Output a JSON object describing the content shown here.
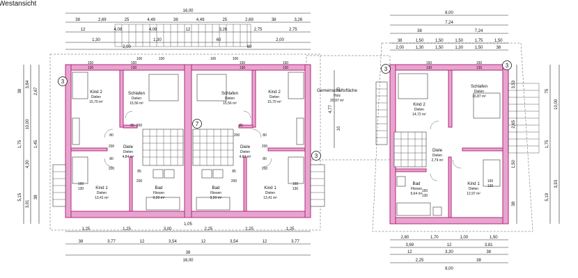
{
  "header": {
    "title": "Westansicht"
  },
  "colors": {
    "wall_fill": "#e8a4cf",
    "wall_stroke": "#b0287a"
  },
  "markers": [
    "3",
    "7",
    "3",
    "3",
    "3"
  ],
  "rooms": [
    {
      "name": "Kind 2",
      "floor": "Dielen",
      "area": "15,70 m²"
    },
    {
      "name": "Schlafen",
      "floor": "Dielen",
      "area": "15,56 m²"
    },
    {
      "name": "Schlafen",
      "floor": "Dielen",
      "area": "15,56 m²"
    },
    {
      "name": "Kind 2",
      "floor": "Dielen",
      "area": "15,70 m²"
    },
    {
      "name": "Diele",
      "floor": "Dielen",
      "area": "4,84 m²"
    },
    {
      "name": "Diele",
      "floor": "Dielen",
      "area": "4,84 m²"
    },
    {
      "name": "Kind 1",
      "floor": "Dielen",
      "area": "13,41 m²"
    },
    {
      "name": "Bad",
      "floor": "Fliesen",
      "area": "9,20 m²"
    },
    {
      "name": "Bad",
      "floor": "Fliesen",
      "area": "9,20 m²"
    },
    {
      "name": "Kind 1",
      "floor": "Dielen",
      "area": "13,41 m²"
    },
    {
      "name": "Gemeinschaftsfläche",
      "floor": "Holz",
      "area": "20,97 m²"
    },
    {
      "name": "Kind 2",
      "floor": "Dielen",
      "area": "14,72 m²"
    },
    {
      "name": "Schlafen",
      "floor": "Dielen",
      "area": "16,87 m²"
    },
    {
      "name": "Diele",
      "floor": "Dielen",
      "area": "2,79 m²"
    },
    {
      "name": "Bad",
      "floor": "Fliesen",
      "area": "9,64 m²"
    },
    {
      "name": "Kind 1",
      "floor": "Dielen",
      "area": "12,97 m²"
    }
  ],
  "dims_left": {
    "top": [
      "16,00",
      "38",
      "2,69",
      "25",
      "4,49",
      "38",
      "4,49",
      "25",
      "2,69",
      "38",
      "3,26",
      "12",
      "4,08",
      "4,08",
      "12",
      "3,26",
      "2,75",
      "2,75",
      "1,30",
      "1,30",
      "60",
      "2,00",
      "2,00",
      "60"
    ],
    "bottom": [
      "1,25",
      "1,25",
      "3,00",
      "2,25",
      "2,25",
      "1,25",
      "38",
      "3,77",
      "12",
      "3,54",
      "12",
      "3,54",
      "12",
      "3,77",
      "38",
      "16,00",
      "1,05"
    ],
    "side_left": [
      "38",
      "1,75",
      "5,15",
      "3,84",
      "10,00",
      "4,30",
      "3,91",
      "2,67",
      "1,45",
      "38"
    ],
    "side_inner": [
      "4,77",
      "10",
      "10"
    ]
  },
  "dims_right": {
    "top": [
      "8,00",
      "7,24",
      "38",
      "7,24",
      "38",
      "1,50",
      "1,50",
      "1,50",
      "1,75",
      "1,50",
      "2,00",
      "1,30",
      "1,50",
      "1,30",
      "1,50",
      "38"
    ],
    "bottom": [
      "2,80",
      "1,70",
      "1,00",
      "1,50",
      "3,69",
      "12",
      "3,81",
      "12",
      "3,30",
      "38",
      "2,25",
      "38",
      "8,00"
    ],
    "side_right": [
      "75",
      "1,75",
      "5,19",
      "10,00",
      "3,93",
      "3,53",
      "2,65",
      "1,50",
      "38"
    ]
  },
  "door_labels": [
    "80",
    "200",
    "80",
    "200",
    "85",
    "200",
    "85",
    "200",
    "80",
    "200",
    "80",
    "200",
    "85",
    "200",
    "85",
    "200"
  ],
  "window_labels": [
    "150",
    "130",
    "150",
    "130",
    "100",
    "100",
    "100",
    "100",
    "150",
    "130",
    "150",
    "130",
    "160",
    "130",
    "160",
    "130",
    "150",
    "130",
    "150",
    "130",
    "150",
    "130",
    "150",
    "130"
  ]
}
